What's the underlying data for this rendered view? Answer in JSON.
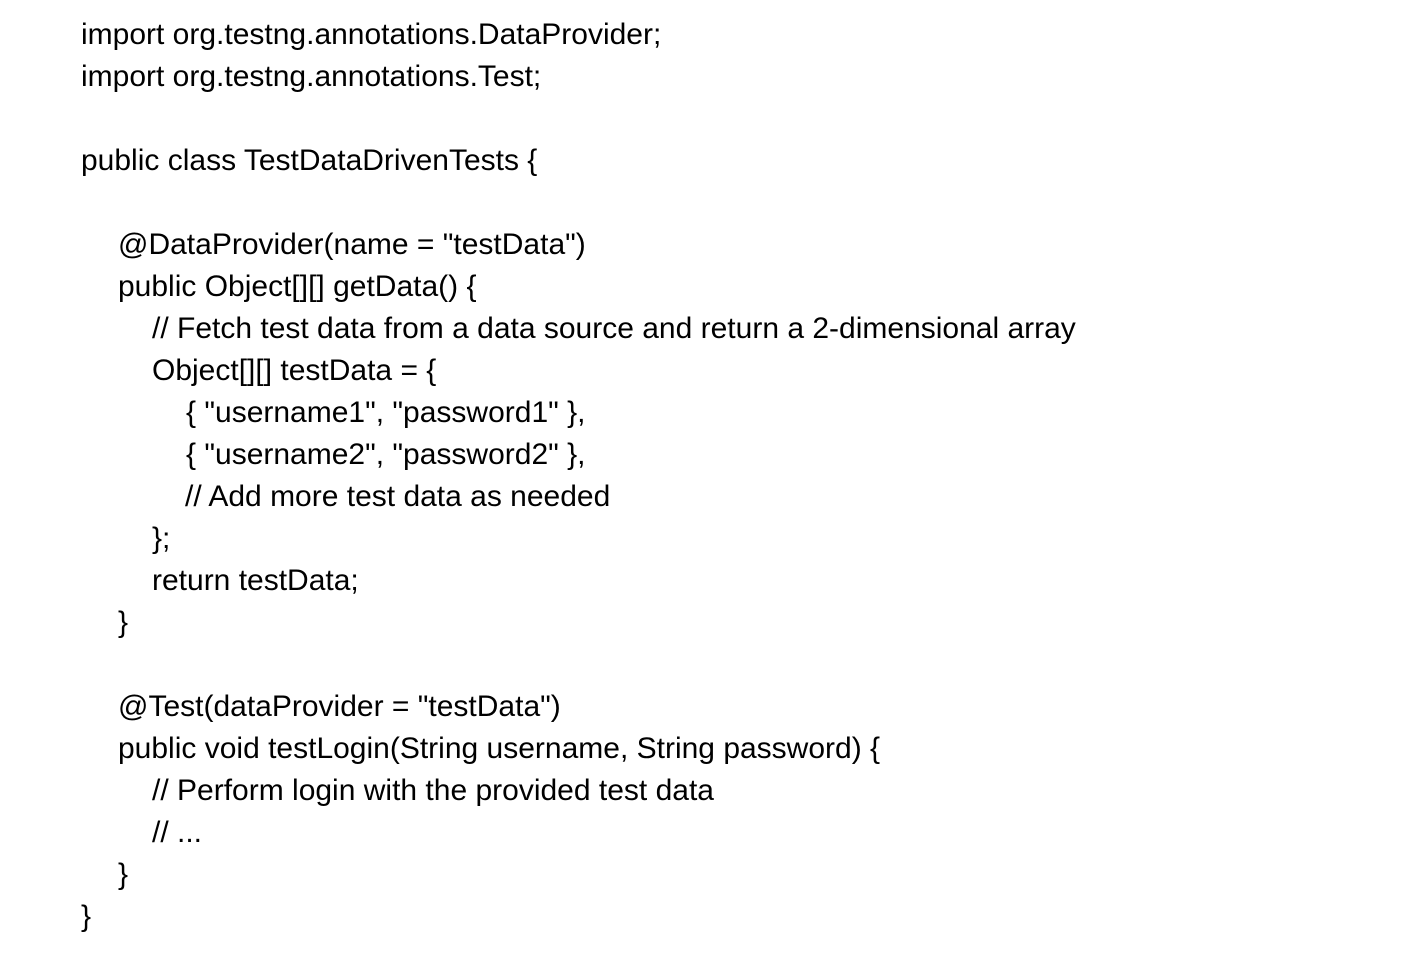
{
  "document": {
    "type": "java-source-code",
    "language": "Java",
    "background_color": "#ffffff",
    "text_color": "#000000",
    "class_name": "TestDataDrivenTests",
    "lines": [
      {
        "indent": 0,
        "text": "import org.testng.annotations.DataProvider;"
      },
      {
        "indent": 0,
        "text": "import org.testng.annotations.Test;"
      },
      {
        "indent": 0,
        "text": ""
      },
      {
        "indent": 0,
        "text": "public class TestDataDrivenTests {"
      },
      {
        "indent": 0,
        "text": ""
      },
      {
        "indent": 1,
        "text": "@DataProvider(name = \"testData\")"
      },
      {
        "indent": 1,
        "text": "public Object[][] getData() {"
      },
      {
        "indent": 2,
        "text": "// Fetch test data from a data source and return a 2-dimensional array"
      },
      {
        "indent": 2,
        "text": "Object[][] testData = {"
      },
      {
        "indent": 3,
        "text": "{ \"username1\", \"password1\" },"
      },
      {
        "indent": 3,
        "text": "{ \"username2\", \"password2\" },"
      },
      {
        "indent": 4,
        "text": "// Add more test data as needed"
      },
      {
        "indent": 2,
        "text": "};"
      },
      {
        "indent": 2,
        "text": "return testData;"
      },
      {
        "indent": 1,
        "text": "}"
      },
      {
        "indent": 0,
        "text": ""
      },
      {
        "indent": 1,
        "text": "@Test(dataProvider = \"testData\")"
      },
      {
        "indent": 1,
        "text": "public void testLogin(String username, String password) {"
      },
      {
        "indent": 2,
        "text": "// Perform login with the provided test data"
      },
      {
        "indent": 2,
        "text": "// ..."
      },
      {
        "indent": 1,
        "text": "}"
      },
      {
        "indent": 0,
        "text": "}"
      }
    ]
  }
}
